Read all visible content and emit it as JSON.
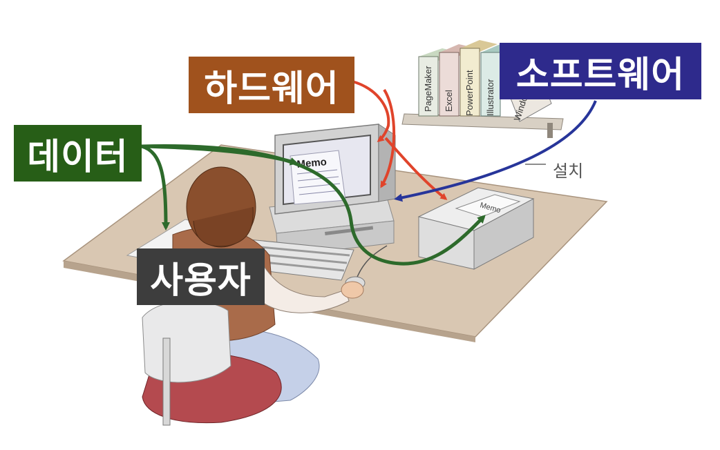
{
  "labels": {
    "hardware": "하드웨어",
    "data": "데이터",
    "software": "소프트웨어",
    "user": "사용자",
    "install": "설치"
  },
  "books": [
    "PageMaker",
    "Excel",
    "PowerPoint",
    "Illustrator",
    "Windows"
  ],
  "screen": {
    "memo": "Memo"
  },
  "printer": {
    "memo": "Memo"
  },
  "colors": {
    "hardware": "#a0521d",
    "data": "#275e17",
    "software": "#2e2a8c",
    "user": "#3d3d3d",
    "arrow_red": "#e0442b",
    "arrow_green": "#2d6a2b",
    "arrow_blue": "#27359a"
  }
}
